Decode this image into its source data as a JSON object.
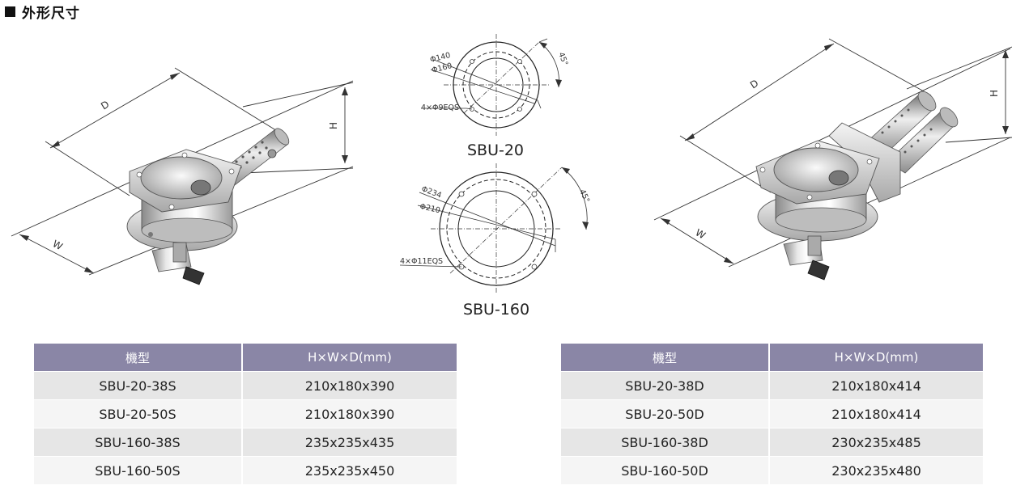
{
  "header": {
    "title": "外形尺寸"
  },
  "labels": {
    "dim_d": "D",
    "dim_h": "H",
    "dim_w": "W",
    "angle": "45°"
  },
  "sbu20": {
    "model": "SBU-20",
    "phi_outer": "Φ140",
    "phi_pcd": "Φ160",
    "holes": "4×Φ9EQS"
  },
  "sbu160": {
    "model": "SBU-160",
    "phi_outer": "Φ234",
    "phi_pcd": "Φ210",
    "holes": "4×Φ11EQS"
  },
  "table_left": {
    "headers": [
      "機型",
      "H×W×D(mm)"
    ],
    "rows": [
      [
        "SBU-20-38S",
        "210x180x390"
      ],
      [
        "SBU-20-50S",
        "210x180x390"
      ],
      [
        "SBU-160-38S",
        "235x235x435"
      ],
      [
        "SBU-160-50S",
        "235x235x450"
      ]
    ]
  },
  "table_right": {
    "headers": [
      "機型",
      "H×W×D(mm)"
    ],
    "rows": [
      [
        "SBU-20-38D",
        "210x180x414"
      ],
      [
        "SBU-20-50D",
        "210x180x414"
      ],
      [
        "SBU-160-38D",
        "230x235x485"
      ],
      [
        "SBU-160-50D",
        "230x235x480"
      ]
    ]
  },
  "colors": {
    "table_header": "#8a86a6",
    "row_odd": "#e6e6e6",
    "row_even": "#f5f5f5"
  }
}
